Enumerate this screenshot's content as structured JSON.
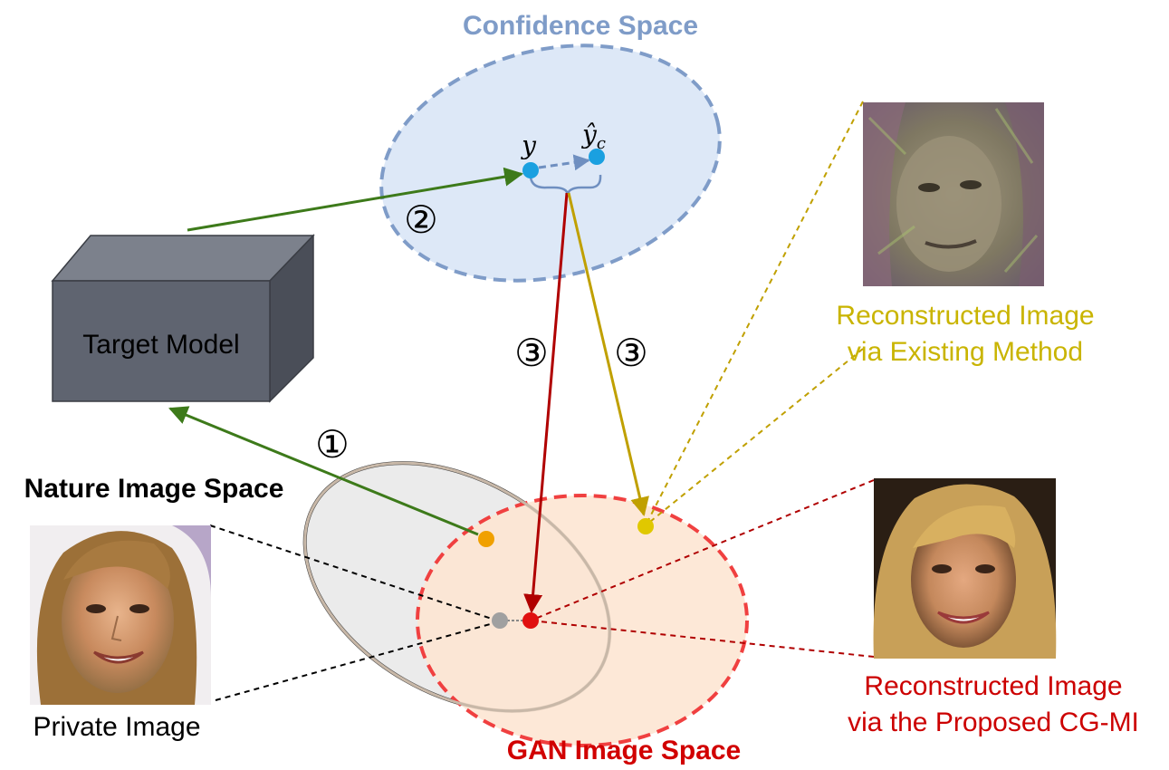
{
  "labels": {
    "confidence_space": "Confidence Space",
    "target_model": "Target Model",
    "nature_image_space": "Nature Image Space",
    "gan_image_space": "GAN Image Space",
    "private_image": "Private Image",
    "recon_existing_line1": "Reconstructed Image",
    "recon_existing_line2": "via Existing Method",
    "recon_proposed_line1": "Reconstructed Image",
    "recon_proposed_line2": "via the Proposed CG-MI"
  },
  "steps": {
    "step1": "①",
    "step2": "②",
    "step3_red": "③",
    "step3_yellow": "③"
  },
  "math": {
    "y": "y",
    "yhat_base": "ŷ",
    "yhat_sub": "c"
  },
  "colors": {
    "confidence_fill": "#dde8f7",
    "confidence_stroke": "#7f9cc8",
    "confidence_title": "#7f9cc8",
    "gan_fill": "#fde5d2",
    "gan_stroke": "#f04040",
    "gan_title": "#d10000",
    "nature_fill": "#ebebeb",
    "nature_stroke": "#3a3a3a",
    "box_front": "#5f6470",
    "box_top": "#7c818c",
    "box_side": "#4a4e58",
    "arrow_green": "#3d7a1a",
    "arrow_red": "#b00000",
    "arrow_yellow": "#c0a000",
    "existing_text": "#c9b400",
    "proposed_text": "#cc0000",
    "dot_blue": "#1aa0e0",
    "dot_orange": "#f0a000",
    "dot_yellow": "#e0c800",
    "dot_red": "#e01010",
    "dot_gray": "#a0a0a0"
  }
}
